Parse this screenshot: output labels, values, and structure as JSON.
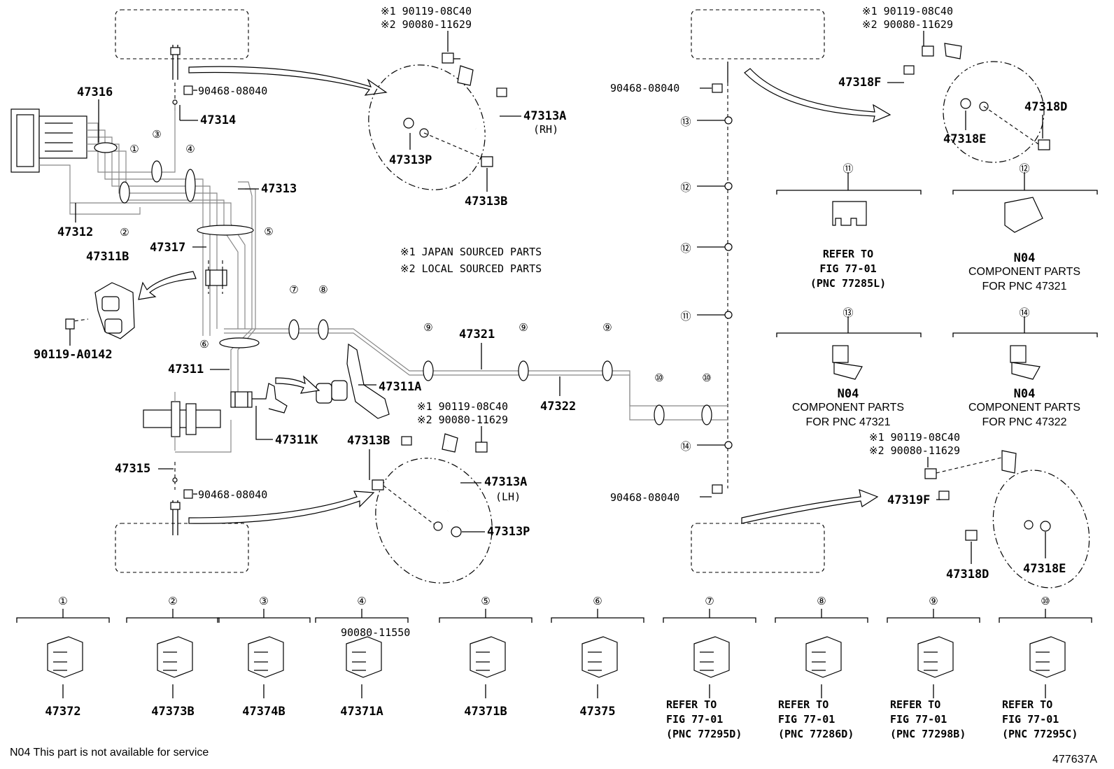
{
  "labels": {
    "p47316": "47316",
    "p47314": "47314",
    "p47313": "47313",
    "p47312": "47312",
    "p47317": "47317",
    "p47311b": "47311B",
    "p90119a0142": "90119-A0142",
    "p47311": "47311",
    "p47311a": "47311A",
    "p47311k": "47311K",
    "p47315": "47315",
    "p47321": "47321",
    "p47322": "47322",
    "p90468_tl": "90468-08040",
    "p90468_bl": "90468-08040",
    "p90468_tr": "90468-08040",
    "p90468_br": "90468-08040",
    "p47313a_rh": "47313A",
    "rh": "(RH)",
    "p47313p_top": "47313P",
    "p47313b_top": "47313B",
    "p47313b_bot": "47313B",
    "p47313a_lh": "47313A",
    "lh": "(LH)",
    "p47313p_bot": "47313P",
    "p47318f": "47318F",
    "p47318d_top": "47318D",
    "p47318e_top": "47318E",
    "p47319f": "47319F",
    "p47318d_bot": "47318D",
    "p47318e_bot": "47318E",
    "bolt_tl1": "※1 90119-08C40",
    "bolt_tl2": "※2 90080-11629",
    "bolt_ml1": "※1 90119-08C40",
    "bolt_ml2": "※2 90080-11629",
    "bolt_tr1": "※1 90119-08C40",
    "bolt_tr2": "※2 90080-11629",
    "bolt_br1": "※1 90119-08C40",
    "bolt_br2": "※2 90080-11629",
    "note1": "※1 JAPAN SOURCED PARTS",
    "note2": "※2 LOCAL SOURCED PARTS"
  },
  "clamps": [
    {
      "num": "①",
      "part": "47372",
      "extra": []
    },
    {
      "num": "②",
      "part": "47373B",
      "extra": []
    },
    {
      "num": "③",
      "part": "47374B",
      "extra": []
    },
    {
      "num": "④",
      "part": "47371A",
      "extra": [
        "90080-11550"
      ]
    },
    {
      "num": "⑤",
      "part": "47371B",
      "extra": []
    },
    {
      "num": "⑥",
      "part": "47375",
      "extra": []
    },
    {
      "num": "⑦",
      "part": "",
      "extra": [
        "REFER TO",
        "FIG 77-01",
        "(PNC 77295D)"
      ]
    },
    {
      "num": "⑧",
      "part": "",
      "extra": [
        "REFER TO",
        "FIG 77-01",
        "(PNC 77286D)"
      ]
    },
    {
      "num": "⑨",
      "part": "",
      "extra": [
        "REFER TO",
        "FIG 77-01",
        "(PNC 77298B)"
      ]
    },
    {
      "num": "⑩",
      "part": "",
      "extra": [
        "REFER TO",
        "FIG 77-01",
        "(PNC 77295C)"
      ]
    }
  ],
  "clamps_right": [
    {
      "num": "⑪",
      "lines": [
        "REFER TO",
        "FIG 77-01",
        "(PNC 77285L)"
      ]
    },
    {
      "num": "⑫",
      "lines": [
        "N04",
        "COMPONENT PARTS",
        "FOR PNC 47321"
      ]
    },
    {
      "num": "⑬",
      "lines": [
        "N04",
        "COMPONENT PARTS",
        "FOR PNC 47321"
      ]
    },
    {
      "num": "⑭",
      "lines": [
        "N04",
        "COMPONENT PARTS",
        "FOR PNC 47322"
      ]
    }
  ],
  "callouts": {
    "c1": "①",
    "c2": "②",
    "c3": "③",
    "c4": "④",
    "c5": "⑤",
    "c6": "⑥",
    "c7": "⑦",
    "c8": "⑧",
    "c9a": "⑨",
    "c9b": "⑨",
    "c9c": "⑨",
    "c10a": "⑩",
    "c10b": "⑩",
    "c13": "⑬",
    "c12a": "⑫",
    "c12b": "⑫",
    "c11": "⑪",
    "c14": "⑭"
  },
  "footer": {
    "note": "N04 This part is not available for service",
    "figure_id": "477637A"
  }
}
